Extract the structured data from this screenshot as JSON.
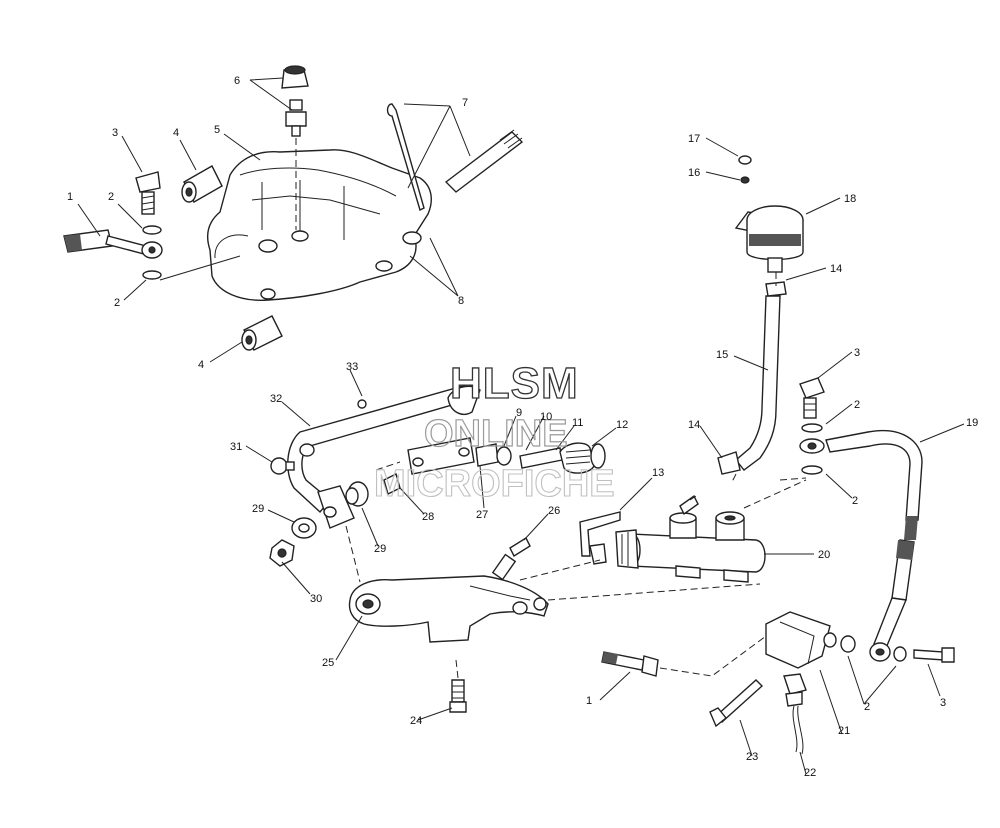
{
  "watermark": {
    "line1": "HLSM",
    "line2": "ONLINE",
    "line3": "MICROFICHE"
  },
  "callouts": [
    {
      "id": "c1a",
      "text": "1"
    },
    {
      "id": "c2a",
      "text": "2"
    },
    {
      "id": "c2b",
      "text": "2"
    },
    {
      "id": "c3a",
      "text": "3"
    },
    {
      "id": "c4a",
      "text": "4"
    },
    {
      "id": "c4b",
      "text": "4"
    },
    {
      "id": "c5",
      "text": "5"
    },
    {
      "id": "c6",
      "text": "6"
    },
    {
      "id": "c7",
      "text": "7"
    },
    {
      "id": "c8",
      "text": "8"
    },
    {
      "id": "c9",
      "text": "9"
    },
    {
      "id": "c10",
      "text": "10"
    },
    {
      "id": "c11",
      "text": "11"
    },
    {
      "id": "c12",
      "text": "12"
    },
    {
      "id": "c13",
      "text": "13"
    },
    {
      "id": "c14a",
      "text": "14"
    },
    {
      "id": "c14b",
      "text": "14"
    },
    {
      "id": "c15",
      "text": "15"
    },
    {
      "id": "c16",
      "text": "16"
    },
    {
      "id": "c17",
      "text": "17"
    },
    {
      "id": "c18",
      "text": "18"
    },
    {
      "id": "c19",
      "text": "19"
    },
    {
      "id": "c20",
      "text": "20"
    },
    {
      "id": "c21",
      "text": "21"
    },
    {
      "id": "c22",
      "text": "22"
    },
    {
      "id": "c23",
      "text": "23"
    },
    {
      "id": "c24",
      "text": "24"
    },
    {
      "id": "c25",
      "text": "25"
    },
    {
      "id": "c26",
      "text": "26"
    },
    {
      "id": "c27",
      "text": "27"
    },
    {
      "id": "c28",
      "text": "28"
    },
    {
      "id": "c29a",
      "text": "29"
    },
    {
      "id": "c29b",
      "text": "29"
    },
    {
      "id": "c30",
      "text": "30"
    },
    {
      "id": "c31",
      "text": "31"
    },
    {
      "id": "c32",
      "text": "32"
    },
    {
      "id": "c33",
      "text": "33"
    },
    {
      "id": "c3b",
      "text": "3"
    },
    {
      "id": "c2c",
      "text": "2"
    },
    {
      "id": "c2d",
      "text": "2"
    },
    {
      "id": "c1b",
      "text": "1"
    },
    {
      "id": "c2e",
      "text": "2"
    },
    {
      "id": "c3c",
      "text": "3"
    }
  ]
}
